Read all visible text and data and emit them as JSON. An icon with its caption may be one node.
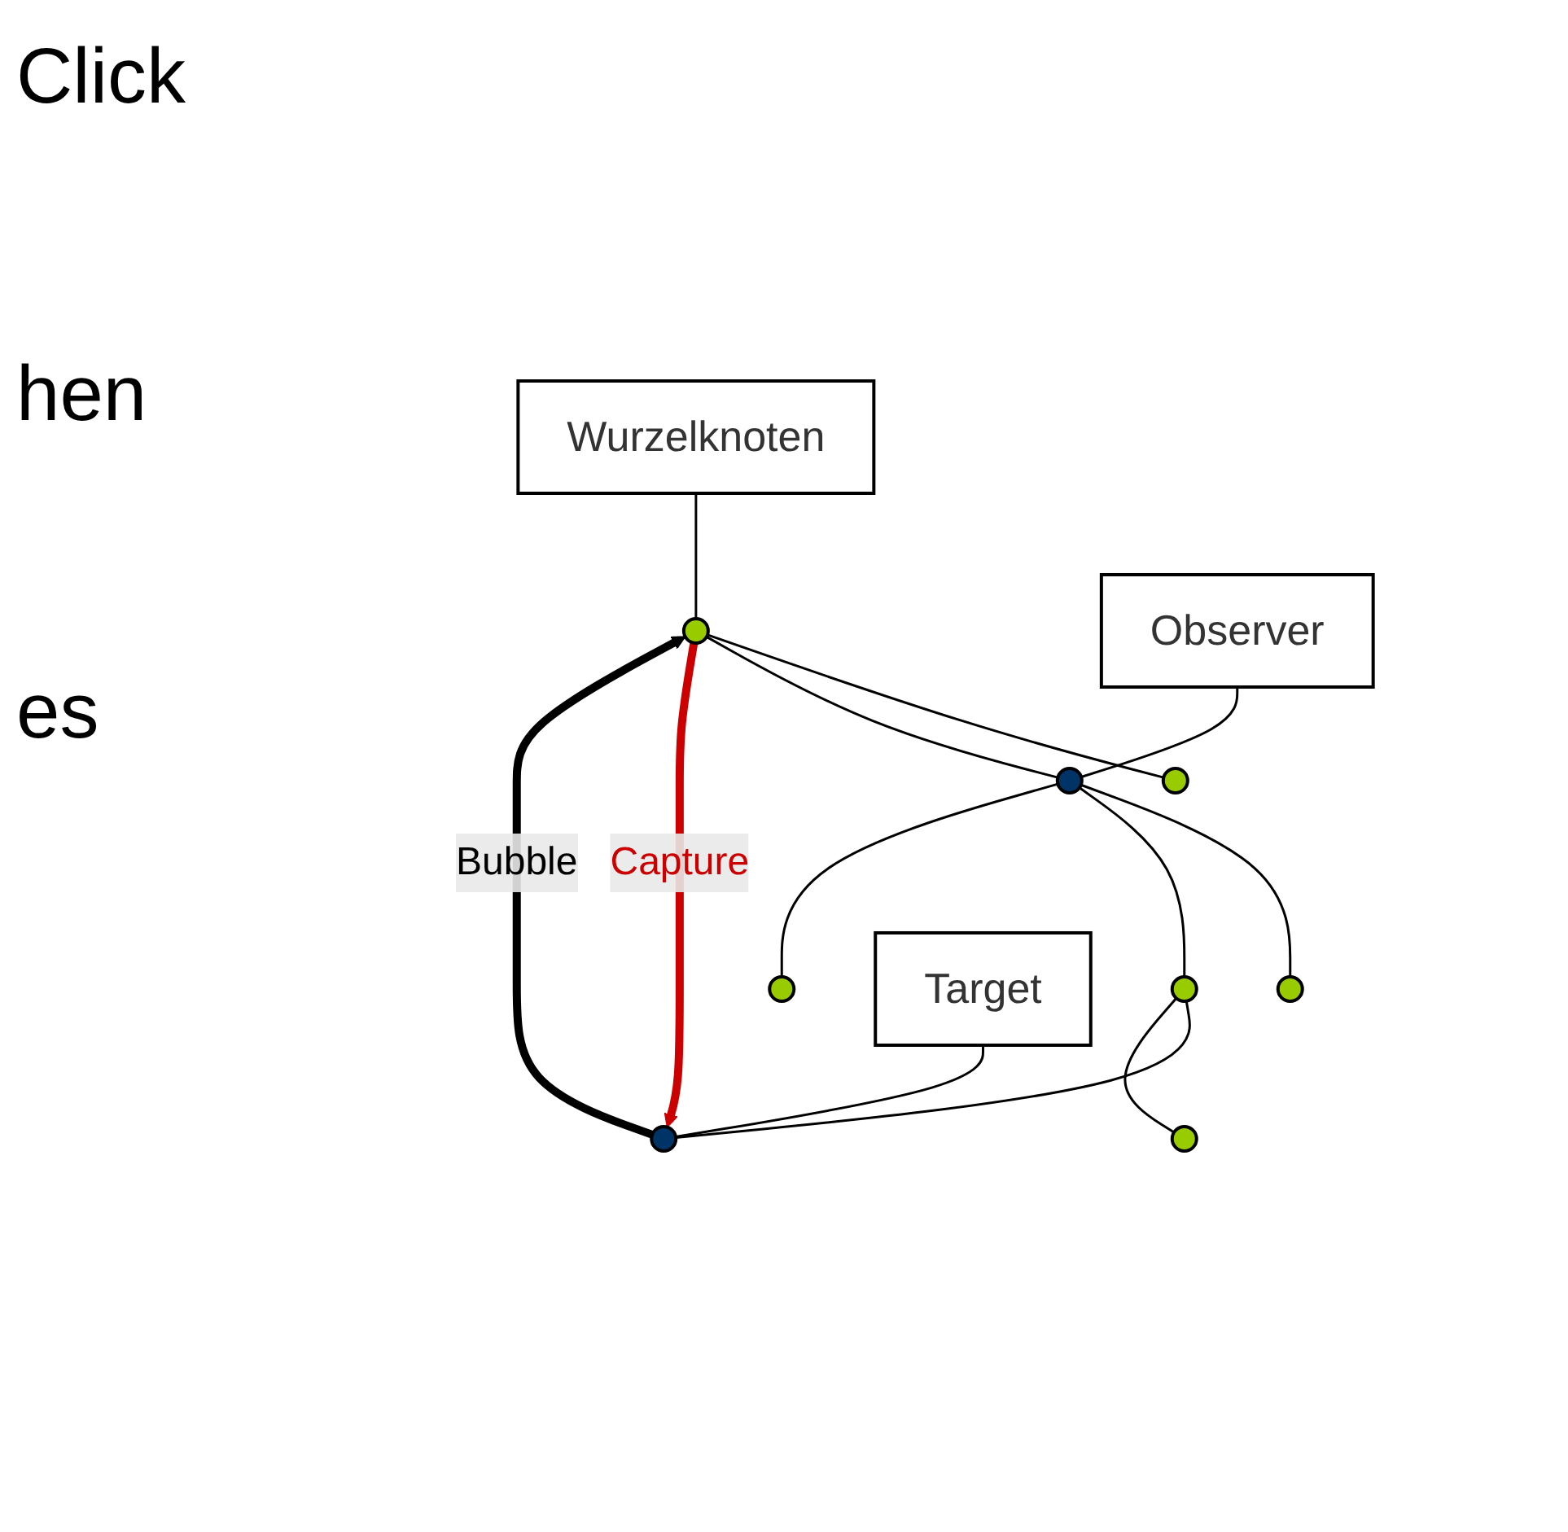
{
  "diagram": {
    "nodes": [
      {
        "text": [],
        "shape": "circle"
      },
      {
        "text": [],
        "shape": "circle"
      },
      {
        "text": [],
        "shape": "circle"
      },
      {
        "text": [],
        "shape": "circle"
      },
      {
        "text": [],
        "shape": "circle"
      },
      {
        "text": [],
        "shape": "circle"
      },
      {
        "text": [],
        "shape": "circle"
      },
      {
        "text": [],
        "shape": "circle"
      },
      {
        "text": [
          "Wurzelknoten"
        ]
      },
      {
        "text": [
          "Observer"
        ]
      },
      {
        "text": [
          "Target"
        ]
      }
    ],
    "edges": [
      {
        "from": 0,
        "to": 1,
        "arrow": "none"
      },
      {
        "from": 0,
        "to": 2,
        "arrow": "none"
      },
      {
        "from": 2,
        "to": 3,
        "arrow": "none"
      },
      {
        "from": 2,
        "to": 4,
        "arrow": "none"
      },
      {
        "from": 2,
        "to": 5,
        "arrow": "none"
      },
      {
        "from": 4,
        "to": 6,
        "arrow": "none"
      },
      {
        "from": 4,
        "to": 7,
        "arrow": "none"
      },
      {
        "from": 8,
        "to": 0,
        "arrow": "none"
      },
      {
        "from": 9,
        "to": 2,
        "arrow": "none"
      },
      {
        "from": 10,
        "to": 6,
        "arrow": "none"
      },
      {
        "from": 0,
        "to": 6,
        "arrow": "to",
        "label": "Capture",
        "style": "thick",
        "color": "#cc0000"
      },
      {
        "from": 6,
        "to": 0,
        "arrow": "to",
        "label": "Bubble",
        "style": "thick"
      }
    ],
    "labels": [
      "Click",
      "hen",
      "es"
    ]
  }
}
